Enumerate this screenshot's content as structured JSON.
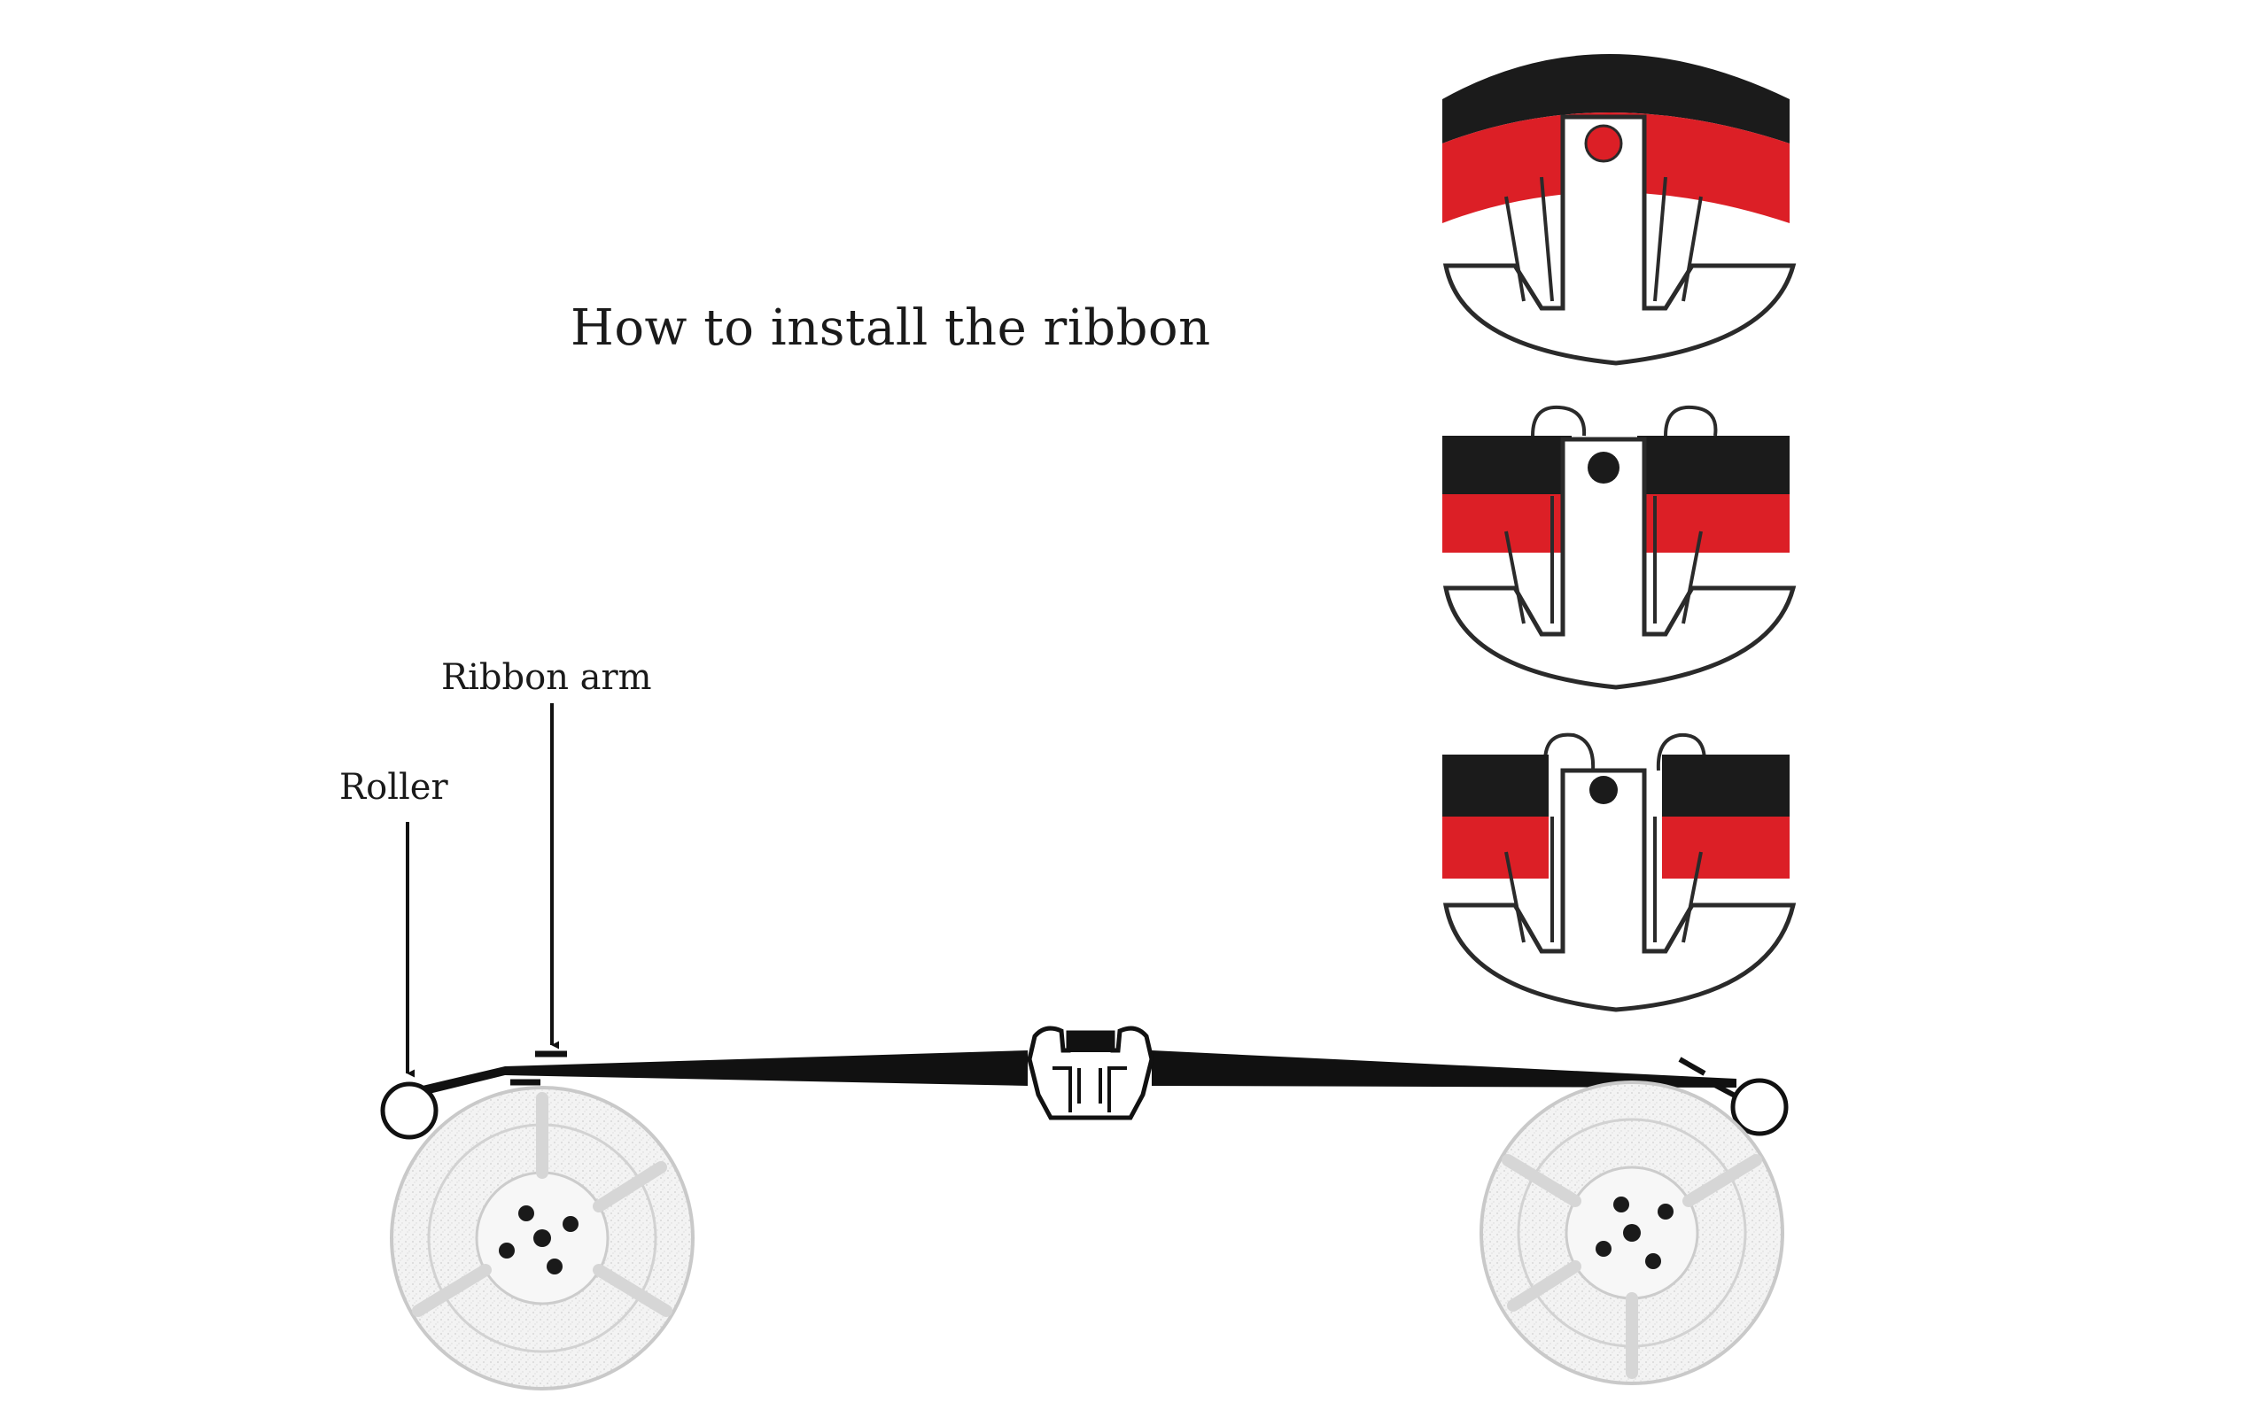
{
  "title": "How to install the ribbon",
  "labels": {
    "roller": "Roller",
    "ribbon_arm": "Ribbon arm"
  },
  "colors": {
    "ribbon_black": "#1b1b1b",
    "ribbon_red": "#dc1f26",
    "outline": "#2a2a2a",
    "spool": "#f1f1f1",
    "background": "#ffffff"
  }
}
